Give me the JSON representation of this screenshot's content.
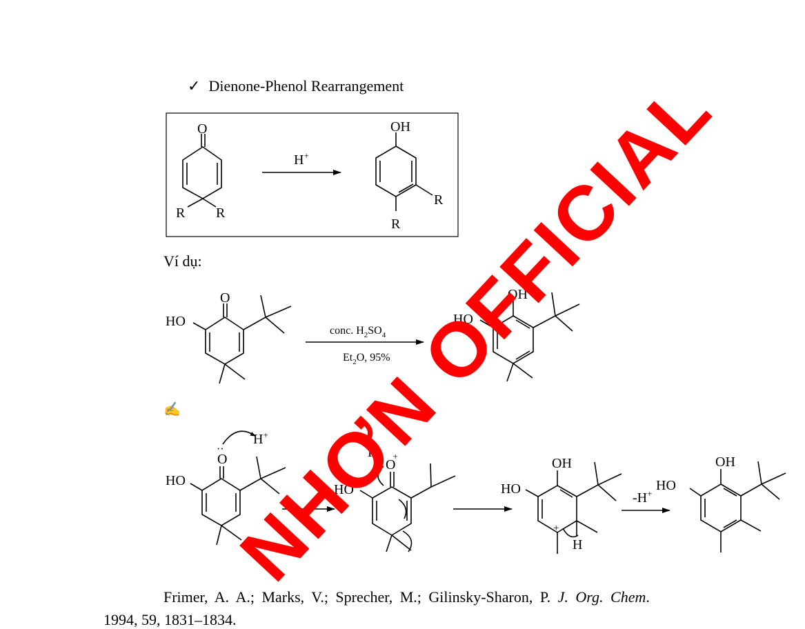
{
  "heading": {
    "check_mark": "✓",
    "title": "Dienone-Phenol Rearrangement"
  },
  "general_scheme": {
    "reactant": {
      "oxygen": "O",
      "r1": "R",
      "r2": "R"
    },
    "reagent": {
      "h": "H",
      "plus": "+"
    },
    "product": {
      "oh": "OH",
      "r1": "R",
      "r2": "R"
    }
  },
  "example": {
    "label": "Ví dụ:",
    "reactant": {
      "oxygen": "O",
      "ho": "HO"
    },
    "conditions": {
      "line1_prefix": "conc. H",
      "line1_sub1": "2",
      "line1_mid": "SO",
      "line1_sub2": "4",
      "line2_prefix": "Et",
      "line2_sub": "2",
      "line2_suffix": "O, 95%"
    },
    "product": {
      "oh": "OH",
      "ho": "HO"
    }
  },
  "mechanism": {
    "pencil_icon": "✍",
    "step1": {
      "ho": "HO",
      "oxygen": "O",
      "dots": "··",
      "proton": "H",
      "plus": "+"
    },
    "step2": {
      "ho": "HO",
      "h": "H",
      "oxygen": "O",
      "plus": "+"
    },
    "step3": {
      "ho": "HO",
      "oh": "OH",
      "plus": "+",
      "h": "H"
    },
    "step4_reagent": {
      "text": "-H",
      "plus": "+"
    },
    "step4": {
      "ho": "HO",
      "oh": "OH"
    }
  },
  "reference": {
    "authors": "Frimer, A. A.; Marks, V.; Sprecher, M.; Gilinsky-Sharon, P.",
    "journal": "J. Org. Chem",
    "end": ".",
    "line2": "1994, 59, 1831–1834."
  },
  "watermark": {
    "text": "NHƠN OFFICIAL",
    "color": "#ff0000"
  }
}
